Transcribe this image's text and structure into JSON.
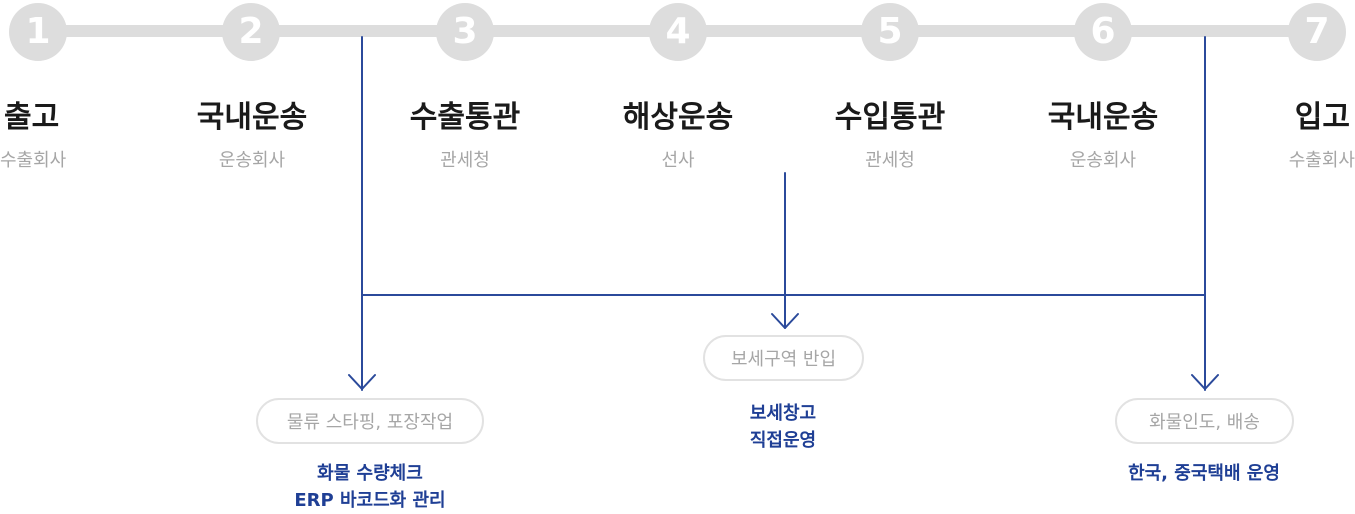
{
  "steps": [
    {
      "num": "1",
      "title": "출고",
      "subtitle": "수출회사"
    },
    {
      "num": "2",
      "title": "국내운송",
      "subtitle": "운송회사"
    },
    {
      "num": "3",
      "title": "수출통관",
      "subtitle": "관세청"
    },
    {
      "num": "4",
      "title": "해상운송",
      "subtitle": "선사"
    },
    {
      "num": "5",
      "title": "수입통관",
      "subtitle": "관세청"
    },
    {
      "num": "6",
      "title": "국내운송",
      "subtitle": "운송회사"
    },
    {
      "num": "7",
      "title": "입고",
      "subtitle": "수출회사"
    }
  ],
  "services": [
    {
      "label": "물류 스타핑, 포장작업",
      "note_lines": [
        "화물 수량체크",
        "ERP 바코드화 관리"
      ]
    },
    {
      "label": "보세구역 반입",
      "note_lines": [
        "보세창고",
        "직접운영"
      ]
    },
    {
      "label": "화물인도, 배송",
      "note_lines": [
        "한국, 중국택배 운영"
      ]
    }
  ],
  "colors": {
    "track": "#dddddd",
    "step_title": "#1a1a1a",
    "subtitle": "#a6a6a6",
    "connector": "#2b4a9b",
    "note": "#1f3f95",
    "pill_border": "#e2e2e2"
  }
}
